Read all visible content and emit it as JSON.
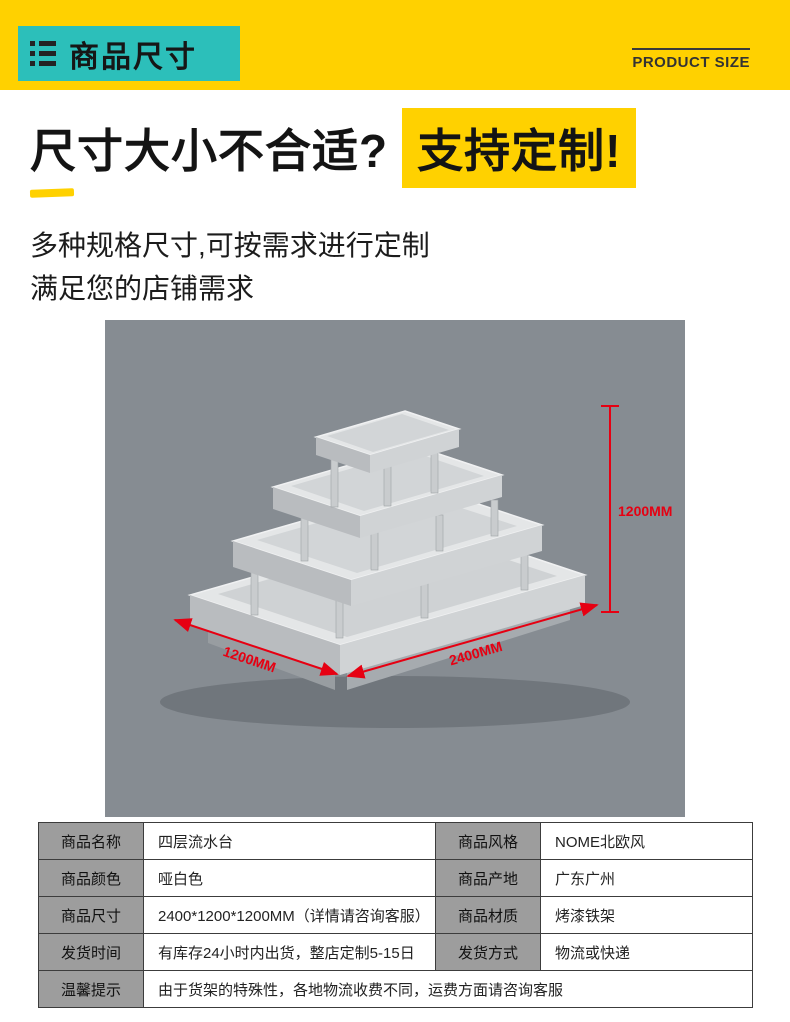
{
  "header": {
    "title": "商品尺寸",
    "subtitle": "PRODUCT SIZE"
  },
  "hero": {
    "question": "尺寸大小不合适?",
    "highlight": "支持定制!",
    "desc_line1": "多种规格尺寸,可按需求进行定制",
    "desc_line2": "满足您的店铺需求"
  },
  "figure": {
    "height_label": "1200MM",
    "depth_label": "1200MM",
    "width_label": "2400MM"
  },
  "spec_table": {
    "rows": [
      {
        "label1": "商品名称",
        "value1": "四层流水台",
        "label2": "商品风格",
        "value2": "NOME北欧风"
      },
      {
        "label1": "商品颜色",
        "value1": "哑白色",
        "label2": "商品产地",
        "value2": "广东广州"
      },
      {
        "label1": "商品尺寸",
        "value1": "2400*1200*1200MM（详情请咨询客服）",
        "label2": "商品材质",
        "value2": "烤漆铁架"
      },
      {
        "label1": "发货时间",
        "value1": "有库存24小时内出货，整店定制5-15日",
        "label2": "发货方式",
        "value2": "物流或快递"
      },
      {
        "label1": "温馨提示",
        "value1": "由于货架的特殊性，各地物流收费不同，运费方面请咨询客服"
      }
    ]
  },
  "colors": {
    "accent_yellow": "#ffd100",
    "teal": "#2cbfba",
    "dimension_red": "#e60012",
    "figure_background": "#868C92",
    "table_label_gray": "#9d9d9d"
  }
}
